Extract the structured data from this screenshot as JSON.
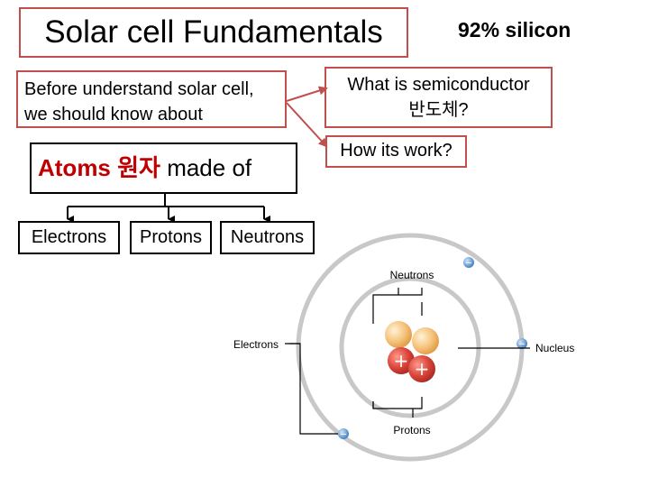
{
  "title": "Solar cell Fundamentals",
  "silicon_note": "92% silicon",
  "intro": {
    "line1": "Before understand solar cell,",
    "line2": "we should know about"
  },
  "atoms": {
    "word": "Atoms 원자",
    "suffix": " made of"
  },
  "parts": [
    "Electrons",
    "Protons",
    "Neutrons"
  ],
  "questions": {
    "q1_line1": "What is semiconductor",
    "q1_line2": "반도체?",
    "q2": "How its work?"
  },
  "atom_diagram": {
    "labels": {
      "neutrons": "Neutrons",
      "electrons": "Electrons",
      "nucleus": "Nucleus",
      "protons": "Protons"
    },
    "proton_symbol": "+",
    "electron_symbol": "−"
  },
  "colors": {
    "accent_border": "#c0504d",
    "korean_text": "#c00000",
    "neutron": "#f5c27a",
    "proton": "#d9443a",
    "orbit": "#c8c8c8",
    "electron": "#5a9bd5"
  }
}
